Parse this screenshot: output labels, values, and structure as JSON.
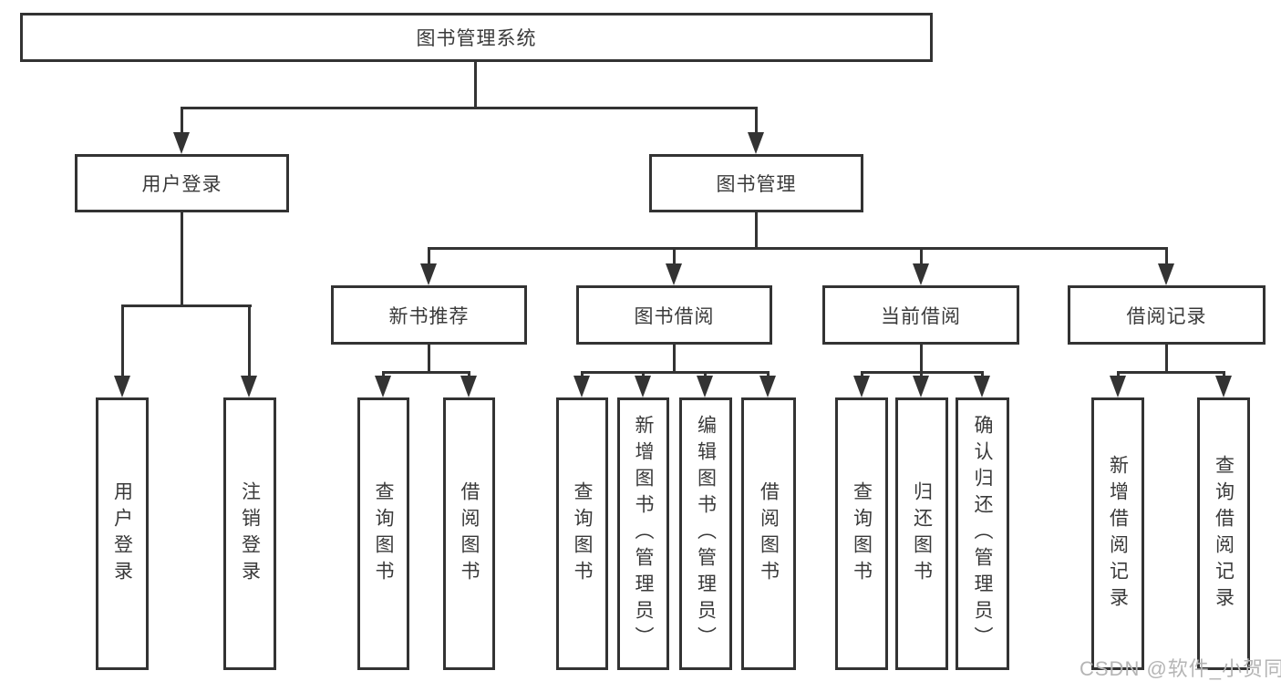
{
  "diagram": {
    "root": {
      "label": "图书管理系统"
    },
    "level1": [
      {
        "label": "用户登录",
        "children": [
          "用户登录",
          "注销登录"
        ]
      },
      {
        "label": "图书管理"
      }
    ],
    "level2": [
      {
        "label": "新书推荐",
        "children": [
          "查询图书",
          "借阅图书"
        ]
      },
      {
        "label": "图书借阅",
        "children": [
          "查询图书",
          "新增图书（管理员）",
          "编辑图书（管理员）",
          "借阅图书"
        ]
      },
      {
        "label": "当前借阅",
        "children": [
          "查询图书",
          "归还图书",
          "确认归还（管理员）"
        ]
      },
      {
        "label": "借阅记录",
        "children": [
          "新增借阅记录",
          "查询借阅记录"
        ]
      }
    ]
  },
  "watermark": {
    "text": "CSDN @软件_小贺同学"
  },
  "colors": {
    "line": "#333333",
    "box_fill": "#ffffff",
    "text": "#3a3a3a",
    "watermark": "#b5b5b5"
  }
}
